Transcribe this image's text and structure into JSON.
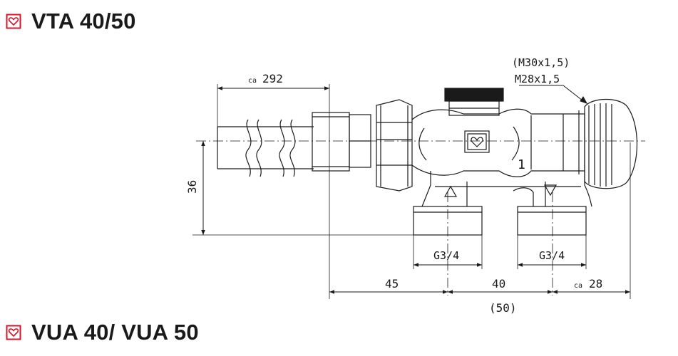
{
  "sections": [
    {
      "title": "VTA 40/50"
    },
    {
      "title": "VUA 40/ VUA 50"
    }
  ],
  "icons": {
    "heading": "heart-in-box-icon",
    "valve_logo": "heart-logo-icon"
  },
  "drawing": {
    "thread_label_1": "(M30x1,5)",
    "thread_label_2": "M28x1,5",
    "ca_label": "ca",
    "dim_292": "292",
    "dim_36": "36",
    "port_label": "1",
    "g_left": "G3/4",
    "g_right": "G3/4",
    "dim_45": "45",
    "dim_40": "40",
    "dim_28": "28",
    "dim_50": "(50)"
  },
  "colors": {
    "ink": "#1a1a1a",
    "accent": "#d6162b"
  }
}
